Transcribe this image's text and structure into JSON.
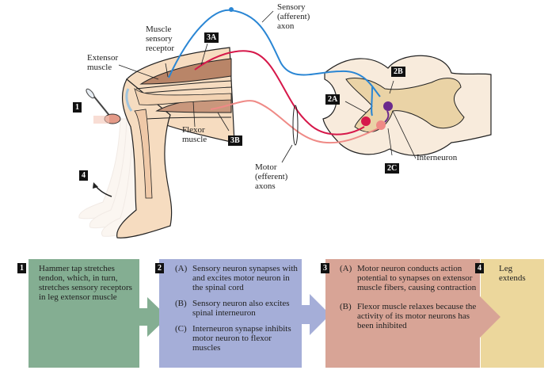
{
  "diagram": {
    "labels": {
      "muscle_sensory_receptor": [
        "Muscle",
        "sensory",
        "receptor"
      ],
      "extensor_muscle": [
        "Extensor",
        "muscle"
      ],
      "flexor_muscle": [
        "Flexor",
        "muscle"
      ],
      "sensory_axon": [
        "Sensory",
        "(afferent)",
        "axon"
      ],
      "motor_axons": [
        "Motor",
        "(efferent)",
        "axons"
      ],
      "interneuron": "Interneuron"
    },
    "tags": {
      "t1": "1",
      "t3A": "3A",
      "t3B": "3B",
      "t4": "4",
      "t2A": "2A",
      "t2B": "2B",
      "t2C": "2C"
    },
    "colors": {
      "sensory": "#2a86d4",
      "motor_extensor": "#d6184a",
      "motor_flexor": "#ef8a86",
      "interneuron": "#6b2a8c",
      "skin": "#f6dcc0",
      "muscle": "#b98568",
      "gray_matter": "#ead3a6",
      "white_matter": "#f8ebdc"
    }
  },
  "steps": [
    {
      "num": "1",
      "color": "#84ae92",
      "items": [
        {
          "key": "",
          "text": "Hammer tap stretches tendon, which, in turn, stretches sensory receptors in leg extensor muscle"
        }
      ]
    },
    {
      "num": "2",
      "color": "#a5aed8",
      "items": [
        {
          "key": "(A)",
          "text": "Sensory neuron synapses with and excites motor neuron in the spinal cord"
        },
        {
          "key": "(B)",
          "text": "Sensory neuron also excites spinal interneuron"
        },
        {
          "key": "(C)",
          "text": "Interneuron synapse inhibits motor neuron to flexor muscles"
        }
      ]
    },
    {
      "num": "3",
      "color": "#d8a496",
      "items": [
        {
          "key": "(A)",
          "text": "Motor neuron conducts action potential to synapses on extensor muscle fibers, causing contraction"
        },
        {
          "key": "(B)",
          "text": "Flexor muscle relaxes because the activity of its motor neurons has been inhibited"
        }
      ]
    },
    {
      "num": "4",
      "color": "#ecd79c",
      "items": [
        {
          "key": "",
          "text": "Leg extends"
        }
      ]
    }
  ]
}
